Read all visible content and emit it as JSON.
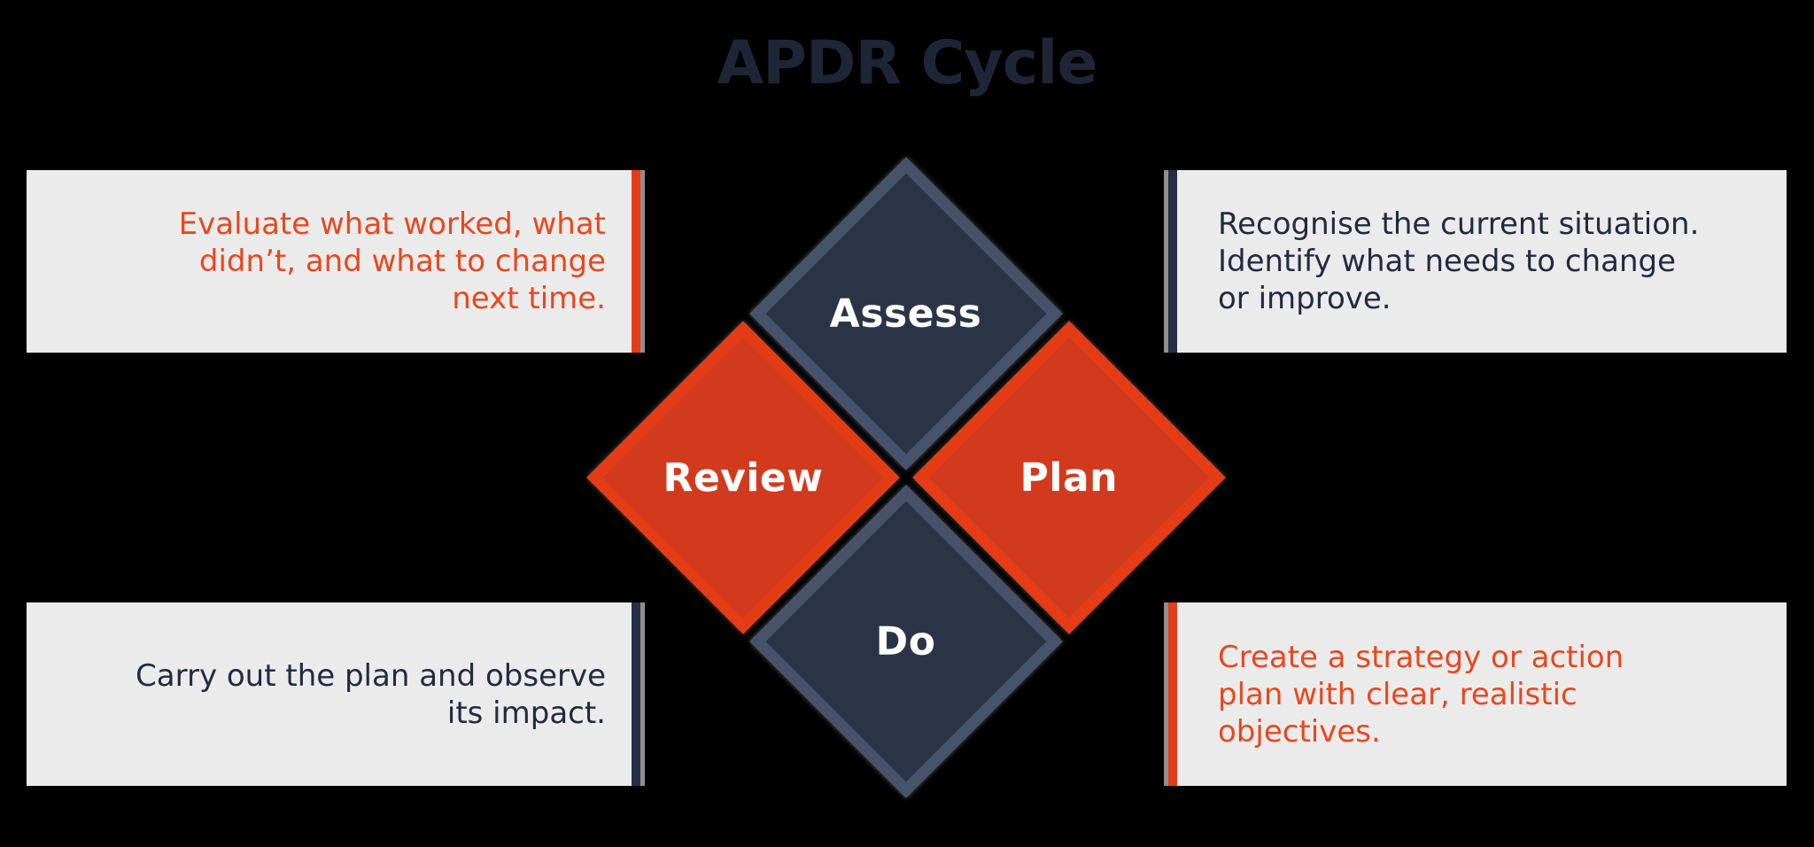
{
  "title": "APDR Cycle",
  "diagram": {
    "assess": {
      "label": "Assess"
    },
    "plan": {
      "label": "Plan"
    },
    "do": {
      "label": "Do"
    },
    "review": {
      "label": "Review"
    }
  },
  "notes": {
    "review": {
      "text": "Evaluate what worked, what\ndidn’t, and what to change\nnext time."
    },
    "assess": {
      "text": "Recognise the current situation.\nIdentify what needs to change\nor improve."
    },
    "do": {
      "text": "Carry out the plan and observe\nits impact."
    },
    "plan": {
      "text": "Create a strategy or action\nplan with clear, realistic\nobjectives."
    }
  },
  "colors": {
    "background": "#000000",
    "title_text": "#1d2537",
    "navy_fill": "#2b3447",
    "navy_border": "#46536a",
    "navy_bar": "#252e46",
    "navy_text": "#212a40",
    "red_fill": "#d13a1d",
    "red_border": "#e43d16",
    "red_text": "#e8481f",
    "box_background": "#ebebeb",
    "label_text": "#ffffff"
  }
}
